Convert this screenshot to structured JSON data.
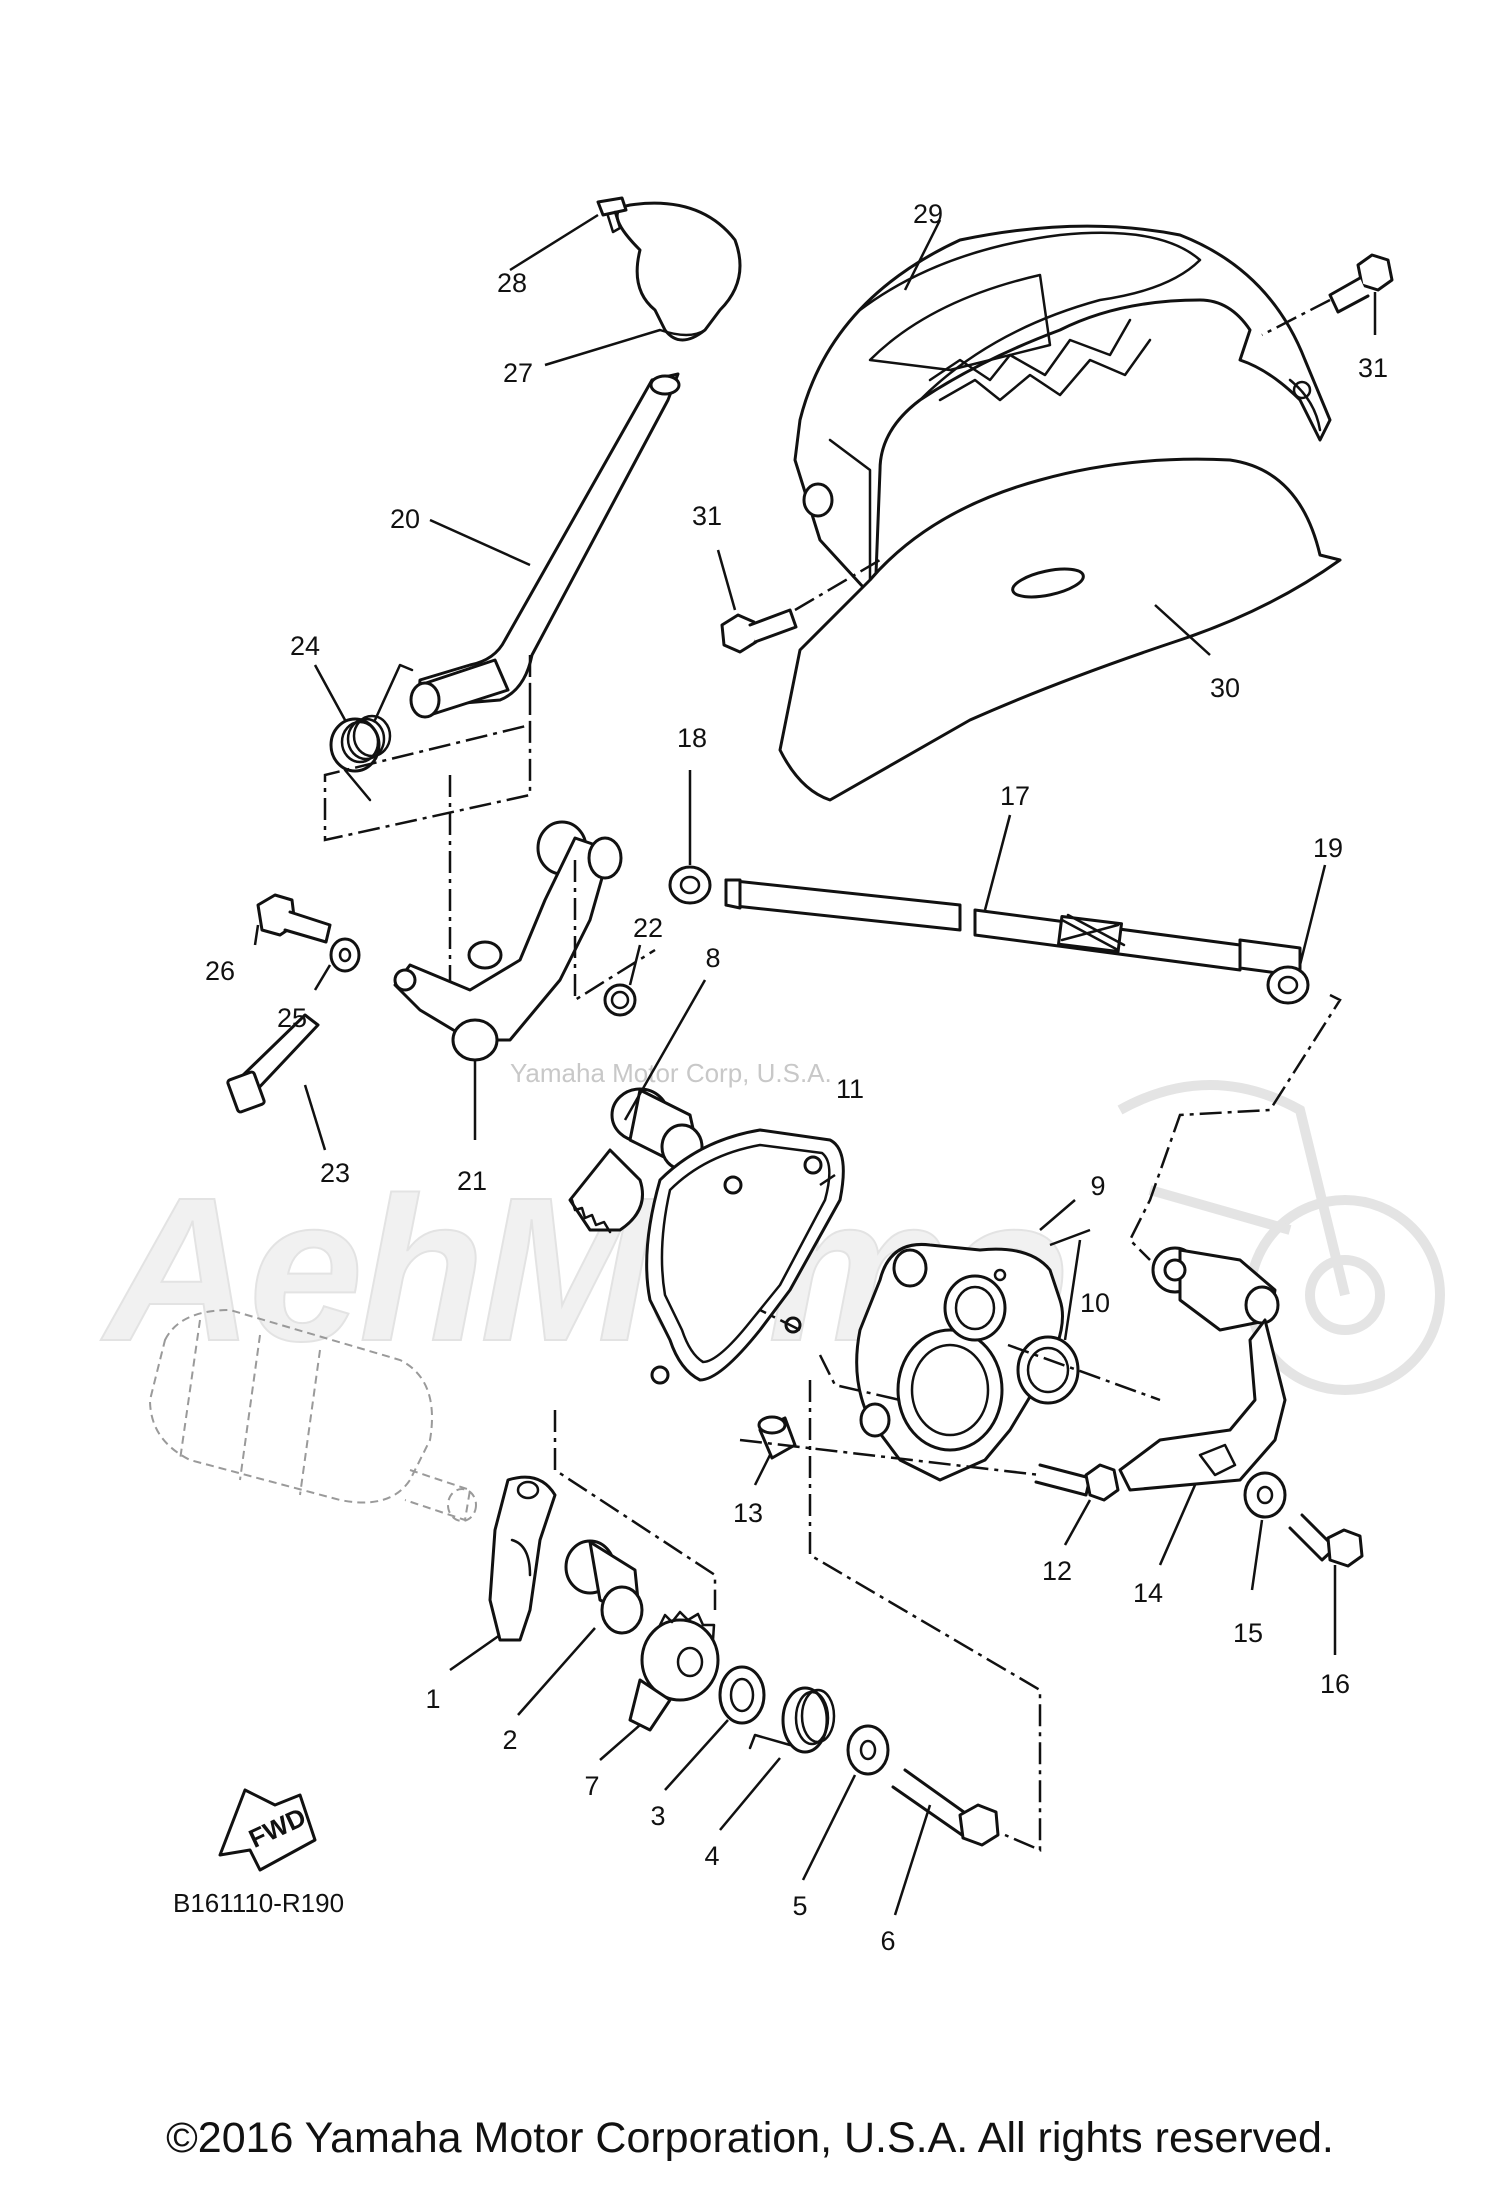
{
  "diagram_code": "B161110-R190",
  "fwd_label": "FWD",
  "watermark": {
    "big": "AehMoто",
    "small": "Yamaha Motor Corp, U.S.A."
  },
  "footer": "©2016 Yamaha Motor Corporation, U.S.A. All rights reserved.",
  "callouts": [
    {
      "id": "c1",
      "number": "1"
    },
    {
      "id": "c2",
      "number": "2"
    },
    {
      "id": "c3",
      "number": "3"
    },
    {
      "id": "c4",
      "number": "4"
    },
    {
      "id": "c5",
      "number": "5"
    },
    {
      "id": "c6",
      "number": "6"
    },
    {
      "id": "c7",
      "number": "7"
    },
    {
      "id": "c8",
      "number": "8"
    },
    {
      "id": "c9",
      "number": "9"
    },
    {
      "id": "c10",
      "number": "10"
    },
    {
      "id": "c11",
      "number": "11"
    },
    {
      "id": "c12",
      "number": "12"
    },
    {
      "id": "c13",
      "number": "13"
    },
    {
      "id": "c14",
      "number": "14"
    },
    {
      "id": "c15",
      "number": "15"
    },
    {
      "id": "c16",
      "number": "16"
    },
    {
      "id": "c17",
      "number": "17"
    },
    {
      "id": "c18",
      "number": "18"
    },
    {
      "id": "c19",
      "number": "19"
    },
    {
      "id": "c20",
      "number": "20"
    },
    {
      "id": "c21",
      "number": "21"
    },
    {
      "id": "c22",
      "number": "22"
    },
    {
      "id": "c23",
      "number": "23"
    },
    {
      "id": "c24",
      "number": "24"
    },
    {
      "id": "c25",
      "number": "25"
    },
    {
      "id": "c26",
      "number": "26"
    },
    {
      "id": "c27",
      "number": "27"
    },
    {
      "id": "c28",
      "number": "28"
    },
    {
      "id": "c29",
      "number": "29"
    },
    {
      "id": "c30",
      "number": "30"
    },
    {
      "id": "c31a",
      "number": "31"
    },
    {
      "id": "c31b",
      "number": "31"
    }
  ]
}
